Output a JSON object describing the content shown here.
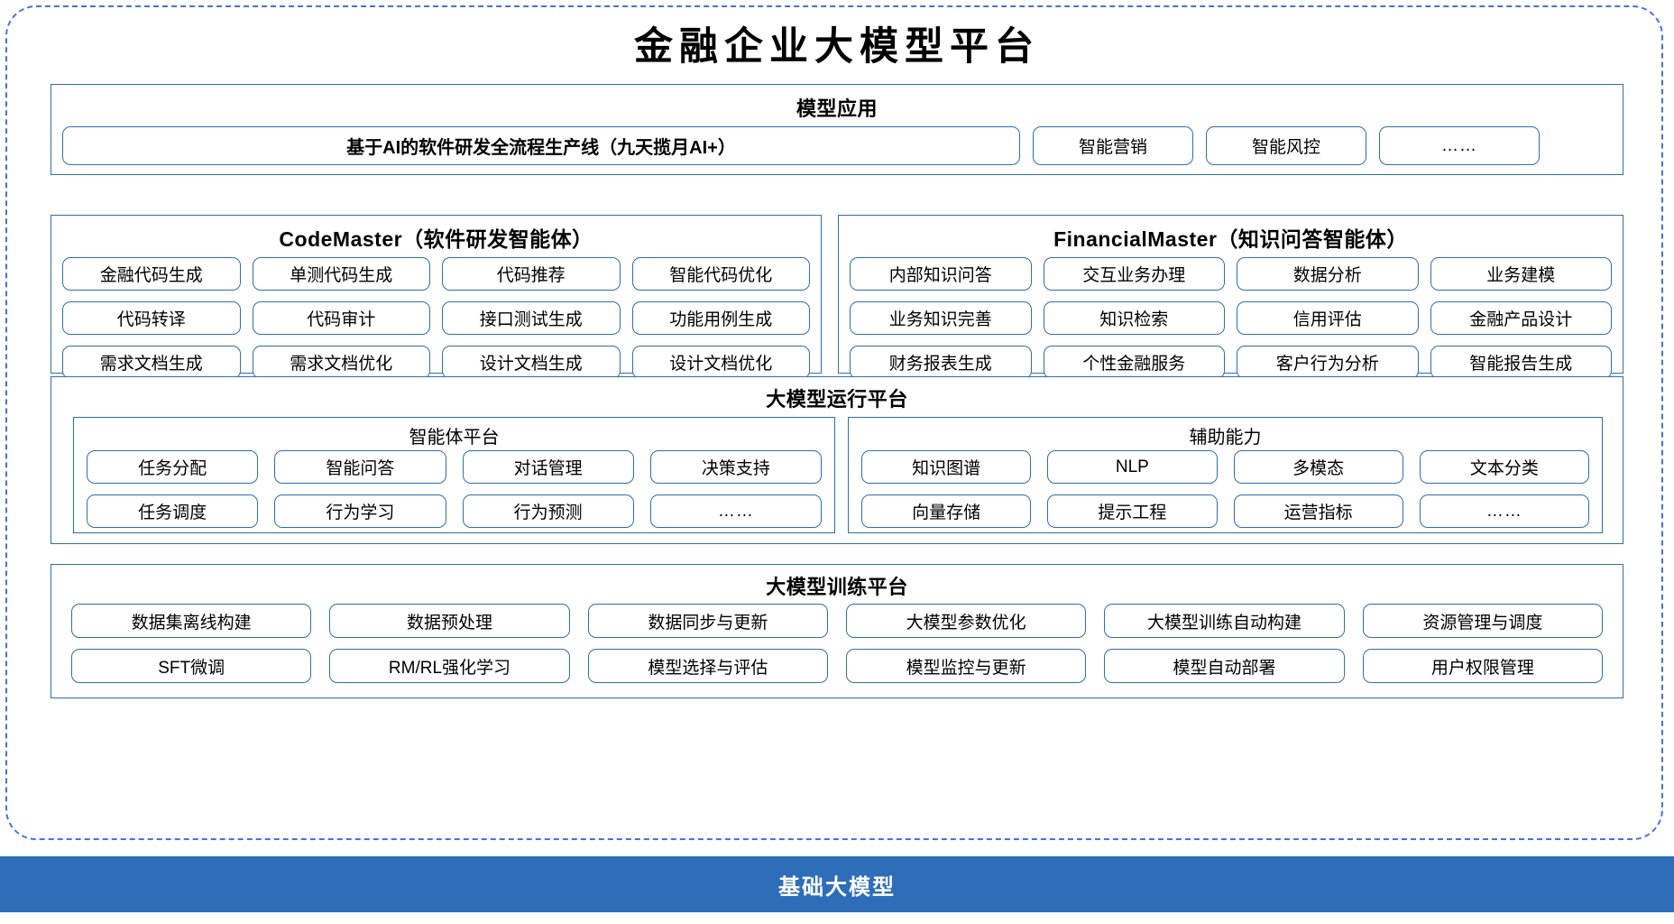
{
  "title": "金融企业大模型平台",
  "sections": {
    "apps": {
      "title": "模型应用",
      "items": [
        "基于AI的软件研发全流程生产线（九天揽月AI+）",
        "智能营销",
        "智能风控",
        "……"
      ]
    },
    "codemaster": {
      "name": "CodeMaster",
      "suffix": "（软件研发智能体）",
      "items": [
        "金融代码生成",
        "单测代码生成",
        "代码推荐",
        "智能代码优化",
        "代码转译",
        "代码审计",
        "接口测试生成",
        "功能用例生成",
        "需求文档生成",
        "需求文档优化",
        "设计文档生成",
        "设计文档优化"
      ]
    },
    "financialmaster": {
      "name": "FinancialMaster",
      "suffix": "（知识问答智能体）",
      "items": [
        "内部知识问答",
        "交互业务办理",
        "数据分析",
        "业务建模",
        "业务知识完善",
        "知识检索",
        "信用评估",
        "金融产品设计",
        "财务报表生成",
        "个性金融服务",
        "客户行为分析",
        "智能报告生成"
      ]
    },
    "runtime": {
      "title": "大模型运行平台",
      "agent_platform": {
        "title": "智能体平台",
        "items": [
          "任务分配",
          "智能问答",
          "对话管理",
          "决策支持",
          "任务调度",
          "行为学习",
          "行为预测",
          "……"
        ]
      },
      "auxiliary": {
        "title": "辅助能力",
        "items": [
          "知识图谱",
          "NLP",
          "多模态",
          "文本分类",
          "向量存储",
          "提示工程",
          "运营指标",
          "……"
        ]
      }
    },
    "training": {
      "title": "大模型训练平台",
      "items": [
        "数据集离线构建",
        "数据预处理",
        "数据同步与更新",
        "大模型参数优化",
        "大模型训练自动构建",
        "资源管理与调度",
        "SFT微调",
        "RM/RL强化学习",
        "模型选择与评估",
        "模型监控与更新",
        "模型自动部署",
        "用户权限管理"
      ]
    },
    "foundation": {
      "label": "基础大模型"
    }
  },
  "colors": {
    "accent_blue": "#2E6EAE",
    "foundation_bar": "#2E6EB8",
    "dashed_border": "#4472E4",
    "spellcheck_red": "#E03020"
  }
}
